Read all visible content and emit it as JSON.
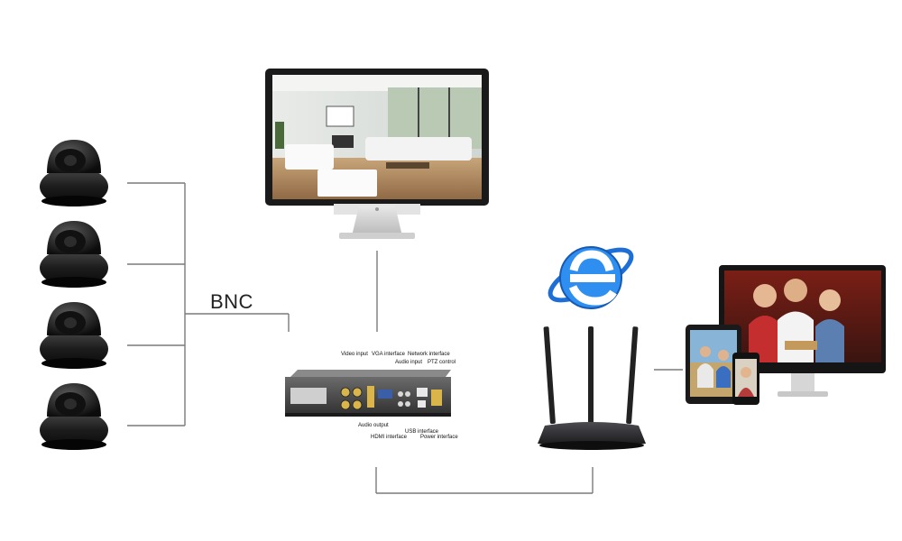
{
  "diagram": {
    "connection_label": "BNC",
    "dvr_ports": {
      "video_input": "Video input",
      "vga_interface": "VGA interface",
      "network_interface": "Network interface",
      "audio_input": "Audio input",
      "ptz_control": "PTZ control",
      "audio_output": "Audio output",
      "hdmi_interface": "HDMI interface",
      "usb_interface": "USB interface",
      "power_interface": "Power interface"
    }
  },
  "colors": {
    "line": "#7a7a7a",
    "camera": "#1a1a1a",
    "ie_blue": "#1d6fd6",
    "router": "#2a2a2e"
  }
}
